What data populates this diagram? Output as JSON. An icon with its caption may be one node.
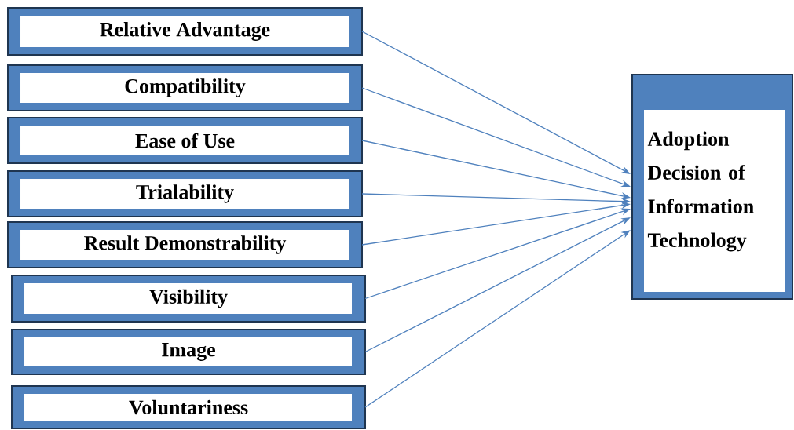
{
  "diagram": {
    "nodes": [
      {
        "text": [
          "Relative Advantage"
        ]
      },
      {
        "text": [
          "Compatibility"
        ]
      },
      {
        "text": [
          "Ease of Use"
        ]
      },
      {
        "text": [
          "Trialability"
        ]
      },
      {
        "text": [
          "Result Demonstrability"
        ]
      },
      {
        "text": [
          "Visibility"
        ]
      },
      {
        "text": [
          "Image"
        ]
      },
      {
        "text": [
          "Voluntariness"
        ]
      },
      {
        "text": [
          "Adoption Decision of Information Technology"
        ]
      }
    ],
    "edges": [
      {
        "from": 0,
        "to": 8,
        "arrow": "to"
      },
      {
        "from": 1,
        "to": 8,
        "arrow": "to"
      },
      {
        "from": 2,
        "to": 8,
        "arrow": "to"
      },
      {
        "from": 3,
        "to": 8,
        "arrow": "to"
      },
      {
        "from": 4,
        "to": 8,
        "arrow": "to"
      },
      {
        "from": 5,
        "to": 8,
        "arrow": "to"
      },
      {
        "from": 6,
        "to": 8,
        "arrow": "to"
      },
      {
        "from": 7,
        "to": 8,
        "arrow": "to"
      }
    ]
  }
}
